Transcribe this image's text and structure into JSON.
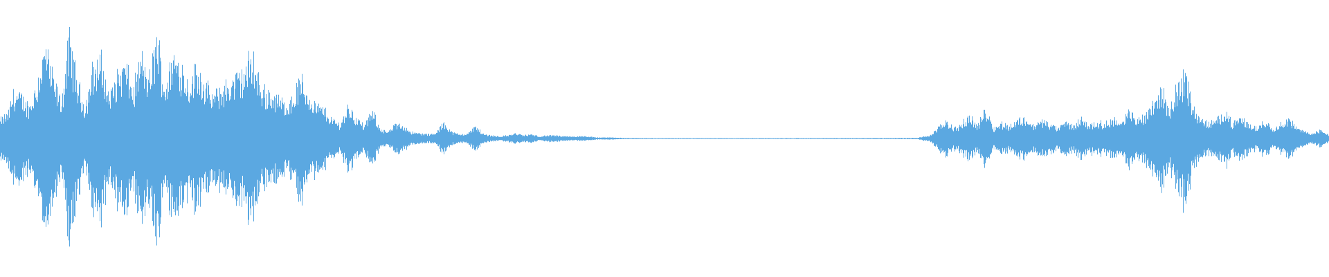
{
  "waveform": {
    "color": "#5ba8e1",
    "envelope": [
      [
        0.0,
        0.18
      ],
      [
        0.006,
        0.24
      ],
      [
        0.01,
        0.45
      ],
      [
        0.016,
        0.4
      ],
      [
        0.022,
        0.31
      ],
      [
        0.028,
        0.55
      ],
      [
        0.034,
        0.9
      ],
      [
        0.039,
        0.6
      ],
      [
        0.046,
        0.35
      ],
      [
        0.052,
        0.96
      ],
      [
        0.058,
        0.55
      ],
      [
        0.064,
        0.3
      ],
      [
        0.07,
        0.7
      ],
      [
        0.076,
        0.75
      ],
      [
        0.082,
        0.4
      ],
      [
        0.088,
        0.6
      ],
      [
        0.094,
        0.72
      ],
      [
        0.1,
        0.45
      ],
      [
        0.106,
        0.78
      ],
      [
        0.112,
        0.55
      ],
      [
        0.118,
        1.0
      ],
      [
        0.124,
        0.48
      ],
      [
        0.13,
        0.8
      ],
      [
        0.136,
        0.72
      ],
      [
        0.142,
        0.52
      ],
      [
        0.148,
        0.7
      ],
      [
        0.154,
        0.52
      ],
      [
        0.16,
        0.4
      ],
      [
        0.166,
        0.48
      ],
      [
        0.172,
        0.52
      ],
      [
        0.178,
        0.6
      ],
      [
        0.184,
        0.64
      ],
      [
        0.19,
        0.82
      ],
      [
        0.196,
        0.48
      ],
      [
        0.202,
        0.45
      ],
      [
        0.208,
        0.4
      ],
      [
        0.214,
        0.34
      ],
      [
        0.22,
        0.38
      ],
      [
        0.226,
        0.58
      ],
      [
        0.232,
        0.42
      ],
      [
        0.238,
        0.32
      ],
      [
        0.244,
        0.28
      ],
      [
        0.25,
        0.18
      ],
      [
        0.256,
        0.14
      ],
      [
        0.262,
        0.32
      ],
      [
        0.268,
        0.2
      ],
      [
        0.274,
        0.12
      ],
      [
        0.28,
        0.26
      ],
      [
        0.286,
        0.1
      ],
      [
        0.292,
        0.06
      ],
      [
        0.298,
        0.14
      ],
      [
        0.304,
        0.12
      ],
      [
        0.31,
        0.06
      ],
      [
        0.316,
        0.05
      ],
      [
        0.322,
        0.04
      ],
      [
        0.328,
        0.05
      ],
      [
        0.334,
        0.16
      ],
      [
        0.34,
        0.06
      ],
      [
        0.346,
        0.04
      ],
      [
        0.352,
        0.05
      ],
      [
        0.358,
        0.12
      ],
      [
        0.364,
        0.04
      ],
      [
        0.37,
        0.03
      ],
      [
        0.376,
        0.02
      ],
      [
        0.382,
        0.03
      ],
      [
        0.388,
        0.05
      ],
      [
        0.394,
        0.03
      ],
      [
        0.4,
        0.04
      ],
      [
        0.406,
        0.02
      ],
      [
        0.412,
        0.03
      ],
      [
        0.418,
        0.03
      ],
      [
        0.424,
        0.02
      ],
      [
        0.43,
        0.02
      ],
      [
        0.436,
        0.02
      ],
      [
        0.442,
        0.02
      ],
      [
        0.448,
        0.01
      ],
      [
        0.456,
        0.01
      ],
      [
        0.462,
        0.01
      ],
      [
        0.47,
        0.005
      ],
      [
        0.5,
        0.004
      ],
      [
        0.55,
        0.004
      ],
      [
        0.6,
        0.004
      ],
      [
        0.65,
        0.005
      ],
      [
        0.69,
        0.006
      ],
      [
        0.7,
        0.03
      ],
      [
        0.706,
        0.1
      ],
      [
        0.712,
        0.18
      ],
      [
        0.718,
        0.1
      ],
      [
        0.724,
        0.14
      ],
      [
        0.73,
        0.22
      ],
      [
        0.736,
        0.12
      ],
      [
        0.742,
        0.3
      ],
      [
        0.748,
        0.1
      ],
      [
        0.754,
        0.15
      ],
      [
        0.76,
        0.12
      ],
      [
        0.766,
        0.18
      ],
      [
        0.772,
        0.2
      ],
      [
        0.778,
        0.12
      ],
      [
        0.784,
        0.18
      ],
      [
        0.79,
        0.14
      ],
      [
        0.796,
        0.1
      ],
      [
        0.802,
        0.16
      ],
      [
        0.808,
        0.12
      ],
      [
        0.814,
        0.2
      ],
      [
        0.82,
        0.13
      ],
      [
        0.826,
        0.16
      ],
      [
        0.832,
        0.14
      ],
      [
        0.838,
        0.2
      ],
      [
        0.844,
        0.14
      ],
      [
        0.85,
        0.27
      ],
      [
        0.856,
        0.18
      ],
      [
        0.862,
        0.24
      ],
      [
        0.868,
        0.36
      ],
      [
        0.874,
        0.48
      ],
      [
        0.88,
        0.28
      ],
      [
        0.886,
        0.5
      ],
      [
        0.892,
        0.64
      ],
      [
        0.898,
        0.3
      ],
      [
        0.904,
        0.18
      ],
      [
        0.91,
        0.15
      ],
      [
        0.916,
        0.18
      ],
      [
        0.922,
        0.28
      ],
      [
        0.928,
        0.14
      ],
      [
        0.934,
        0.2
      ],
      [
        0.94,
        0.14
      ],
      [
        0.946,
        0.1
      ],
      [
        0.952,
        0.18
      ],
      [
        0.958,
        0.1
      ],
      [
        0.964,
        0.14
      ],
      [
        0.97,
        0.2
      ],
      [
        0.976,
        0.1
      ],
      [
        0.982,
        0.07
      ],
      [
        0.988,
        0.05
      ],
      [
        0.994,
        0.08
      ],
      [
        1.0,
        0.04
      ]
    ]
  }
}
